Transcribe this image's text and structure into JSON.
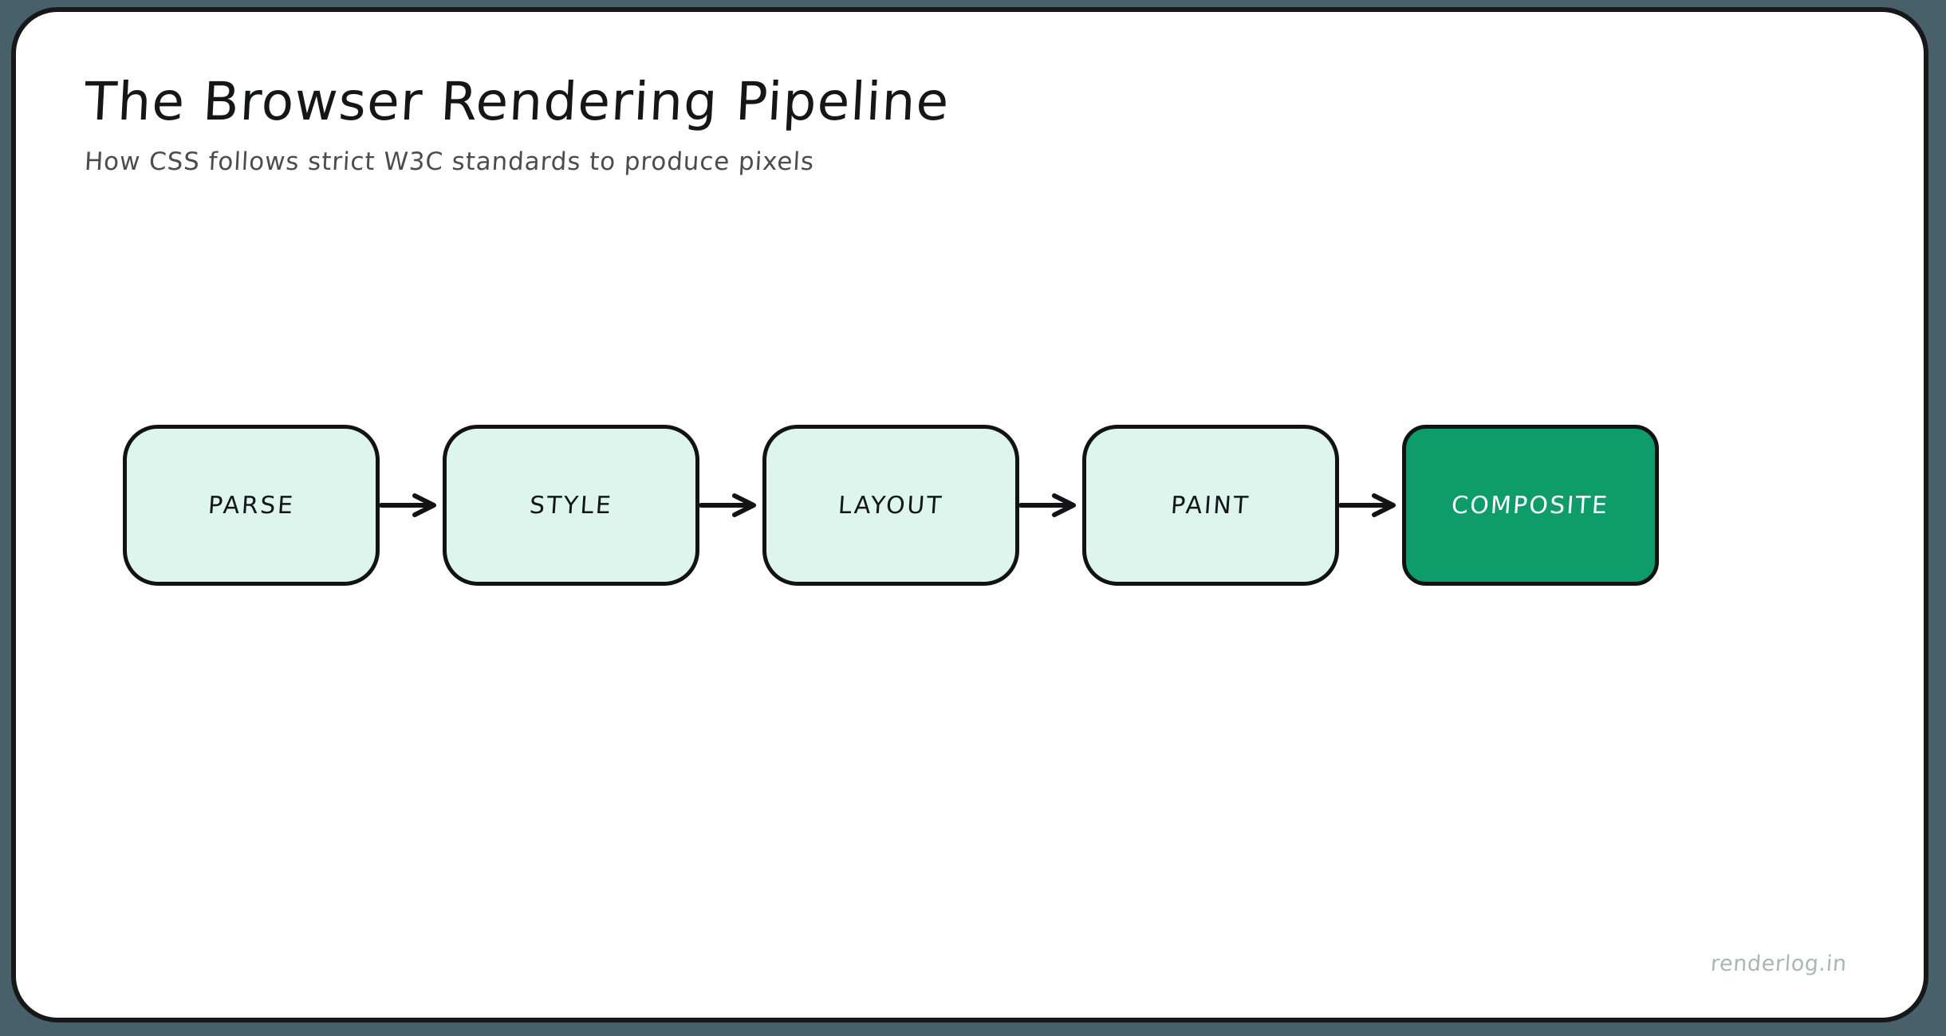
{
  "canvas": {
    "background_color": "#47606a",
    "card_background": "#ffffff",
    "card_border_color": "#17181a"
  },
  "header": {
    "title": "The Browser Rendering Pipeline",
    "subtitle": "How CSS follows strict W3C standards to produce pixels",
    "title_color": "#151617",
    "subtitle_color": "#4c4c4e"
  },
  "diagram": {
    "type": "flow",
    "orientation": "horizontal",
    "default_fill": "#ddf5ed",
    "accent_fill": "#0e9d6a",
    "accent_text_color": "#ffffff",
    "stroke_color": "#111214",
    "connector_glyph": "arrow-right",
    "stages": [
      {
        "label": "PARSE",
        "highlighted": false
      },
      {
        "label": "STYLE",
        "highlighted": false
      },
      {
        "label": "LAYOUT",
        "highlighted": false
      },
      {
        "label": "PAINT",
        "highlighted": false
      },
      {
        "label": "COMPOSITE",
        "highlighted": true
      }
    ]
  },
  "footer": {
    "watermark": "renderlog.in",
    "watermark_color": "#a9b8b5"
  }
}
